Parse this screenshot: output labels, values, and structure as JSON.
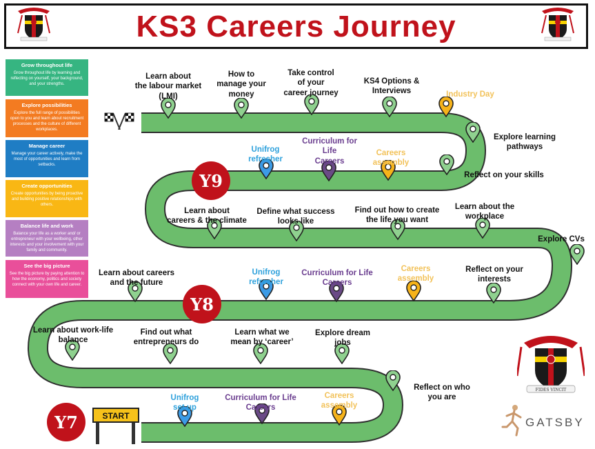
{
  "header": {
    "title": "KS3 Careers Journey"
  },
  "legend": [
    {
      "title": "Grow throughout life",
      "text": "Grow throughout life by learning and reflecting on yourself, your background, and your strengths.",
      "color": "#36b581"
    },
    {
      "title": "Explore possibilities",
      "text": "Explore the full range of possibilities open to you and learn about recruitment processes and the culture of different workplaces.",
      "color": "#f37b21"
    },
    {
      "title": "Manage career",
      "text": "Manage your career actively, make the most of opportunities and learn from setbacks.",
      "color": "#1f7dc4"
    },
    {
      "title": "Create opportunities",
      "text": "Create opportunities by being proactive and building positive relationships with others.",
      "color": "#f9b714"
    },
    {
      "title": "Balance life and work",
      "text": "Balance your life as a worker and/ or entrepreneur with your wellbeing, other interests and your involvement with your family and community.",
      "color": "#b57fc2"
    },
    {
      "title": "See the big picture",
      "text": "See the big picture by paying attention to how the economy, politics and society connect with your own life and career.",
      "color": "#e94f9a"
    }
  ],
  "years": {
    "y7": "Y7",
    "y8": "Y8",
    "y9": "Y9"
  },
  "start_sign": "START",
  "brand": "GATSBY",
  "crest_motto": "FIDES VINCIT",
  "milestones": {
    "lmi": "Learn about\nthe labour market\n(LMI)",
    "money": "How to\nmanage your\nmoney",
    "control": "Take control\nof your\ncareer journey",
    "ks4": "KS4 Options &\nInterviews",
    "industry": "Industry Day",
    "explore_learning": "Explore learning\npathways",
    "reflect_skills": "Reflect on your skills",
    "unifrog_refresher_y9": "Unifrog\nrefresher",
    "cfl_y9": "Curriculum for\nLife\nCareers",
    "assembly_y9": "Careers\nassembly",
    "climate": "Learn about\ncareers & the climate",
    "success": "Define what success\nlooks like",
    "life_you_want": "Find out how to create\nthe life you want",
    "workplace": "Learn about the\nworkplace",
    "cvs": "Explore CVs",
    "careers_future": "Learn about careers\nand the future",
    "unifrog_refresher_y8": "Unifrog\nrefresher",
    "cfl_y8": "Curriculum for Life\nCareers",
    "assembly_y8": "Careers\nassembly",
    "reflect_interests": "Reflect on your\ninterests",
    "work_life": "Learn about work-life\nbalance",
    "entrepreneurs": "Find out what\nentrepreneurs do",
    "meaning_career": "Learn what we\nmean by ‘career’",
    "dream_jobs": "Explore dream\njobs",
    "reflect_who": "Reflect on who\nyou are",
    "unifrog_setup": "Unifrog\nset up",
    "cfl_y7": "Curriculum for Life\nCareers",
    "assembly_y7": "Careers\nassembly"
  },
  "colors": {
    "road": "#6cbd6c",
    "road_edge": "#2f2f2f",
    "red": "#c0121b",
    "blue_pin": "#3c9be6",
    "purple_pin": "#6a4a86",
    "orange_pin": "#f6b31a",
    "green_pin": "#8fd18f"
  }
}
